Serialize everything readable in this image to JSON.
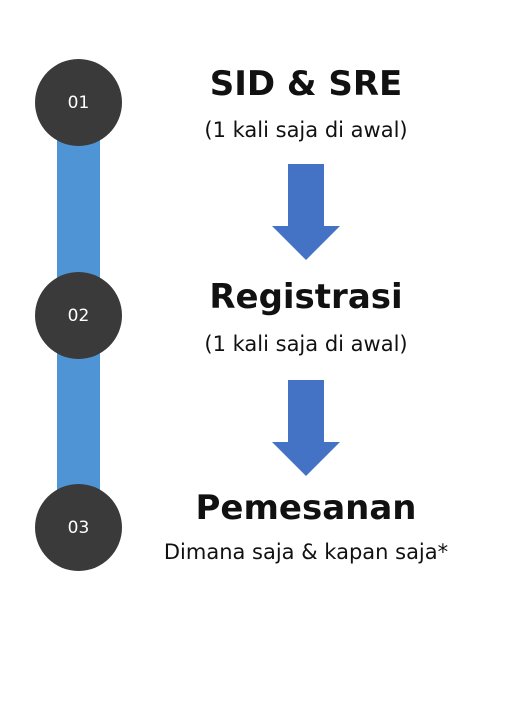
{
  "colors": {
    "timeline_bar": "#4f95d6",
    "circle": "#3a3a3a",
    "arrow": "#4472c4",
    "text": "#111111"
  },
  "steps": [
    {
      "number": "01",
      "title": "SID & SRE",
      "subtitle": "(1 kali saja di awal)"
    },
    {
      "number": "02",
      "title": "Registrasi",
      "subtitle": "(1 kali saja di awal)"
    },
    {
      "number": "03",
      "title": "Pemesanan",
      "subtitle": "Dimana saja & kapan saja*"
    }
  ]
}
